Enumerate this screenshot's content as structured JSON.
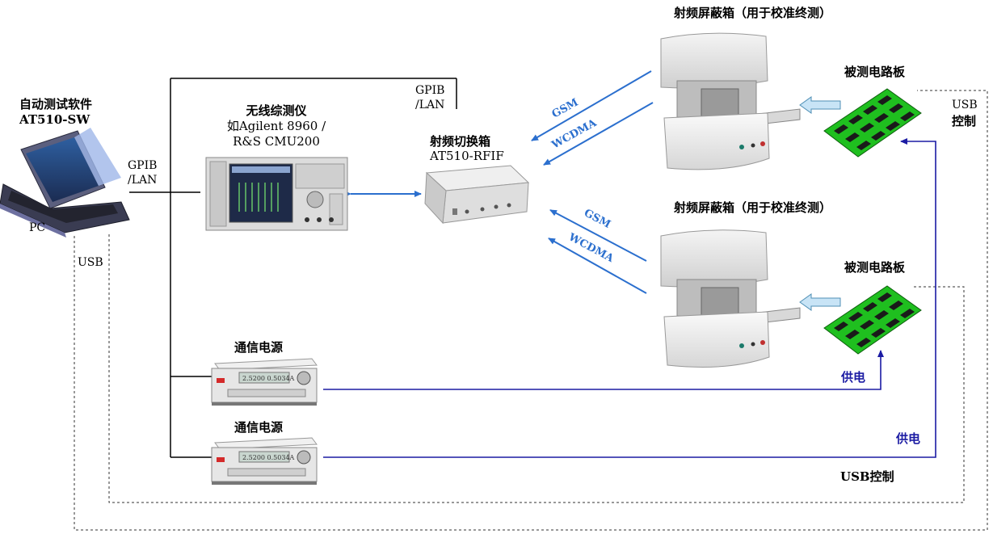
{
  "pc": {
    "software_name": "自动测试软件",
    "software_model": "AT510-SW",
    "device_label": "PC",
    "gpib_lan": [
      "GPIB",
      "/LAN"
    ],
    "usb_label": "USB"
  },
  "instrument": {
    "name": "无线综测仪",
    "model_line1": "如Agilent 8960 /",
    "model_line2": "R&S CMU200"
  },
  "rf_switch": {
    "name": "射频切换箱",
    "model": "AT510-RFIF",
    "gpib_lan": [
      "GPIB",
      "/LAN"
    ]
  },
  "shield_boxes": [
    {
      "title": "射频屏蔽箱（用于校准终测）"
    },
    {
      "title": "射频屏蔽箱（用于校准终测）"
    }
  ],
  "dut_boards": [
    {
      "title": "被测电路板"
    },
    {
      "title": "被测电路板"
    }
  ],
  "rf_links": [
    {
      "upper": "GSM",
      "lower": "WCDMA"
    },
    {
      "upper": "GSM",
      "lower": "WCDMA"
    }
  ],
  "power_supplies": [
    {
      "title": "通信电源",
      "display": "2.5200 0.5034A"
    },
    {
      "title": "通信电源",
      "display": "2.5200 0.5034A"
    }
  ],
  "power_labels": [
    "供电",
    "供电"
  ],
  "usb_control": {
    "upper_lines": [
      "USB",
      "控制"
    ],
    "lower": "USB控制"
  },
  "colors": {
    "rf_arrow": "#2b6fce",
    "power_line": "#1b1ba3",
    "board_green": "#1fbf1f",
    "arrow_fill": "#c8e4f6"
  }
}
